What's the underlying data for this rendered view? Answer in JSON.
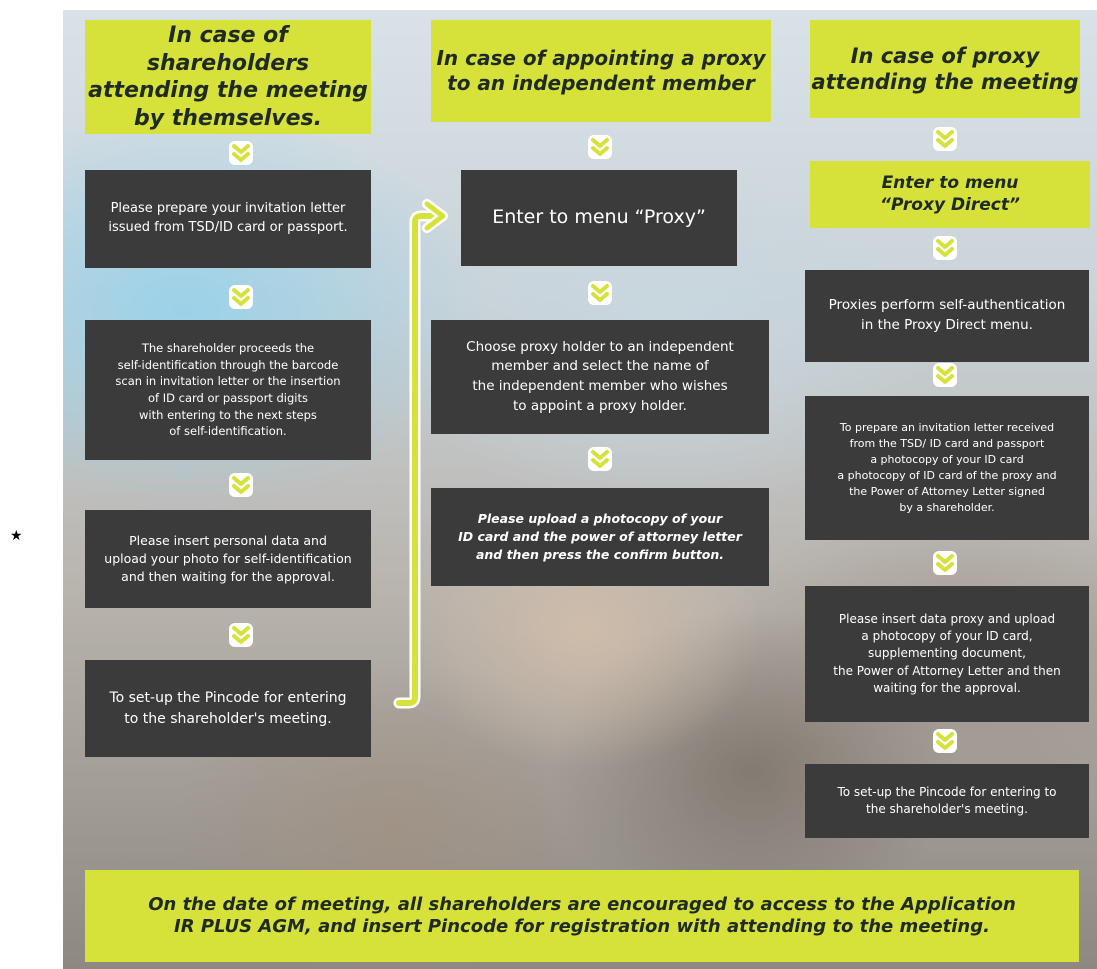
{
  "marker": "★",
  "columns": [
    {
      "header": "In case of shareholders\nattending the meeting\nby themselves.",
      "steps": [
        "Please prepare your invitation letter\nissued from TSD/ID card or passport.",
        "The shareholder proceeds the\nself-identification through the barcode\nscan in invitation letter or the insertion\nof ID card or passport digits\nwith entering to the next steps\nof self-identification.",
        "Please insert personal data and\nupload your photo for self-identification\nand then waiting for the approval.",
        "To set-up the Pincode for entering\nto the shareholder's meeting."
      ]
    },
    {
      "header": "In case of appointing a proxy\nto an independent member",
      "steps": [
        "Enter to menu “Proxy”",
        "Choose proxy holder to an independent\nmember and select the name of\nthe independent member who wishes\nto appoint a proxy holder.",
        "Please upload a photocopy of your\nID card and the power of attorney letter\nand then press the confirm button."
      ]
    },
    {
      "header": "In case of proxy\nattending the meeting",
      "menu": "Enter to menu\n“Proxy Direct”",
      "steps": [
        "Proxies perform self-authentication\nin the Proxy Direct menu.",
        "To prepare an invitation letter received\nfrom the TSD/ ID card and passport\na photocopy of your ID card\na photocopy of ID card of the proxy and\nthe Power of Attorney Letter signed\nby a shareholder.",
        "Please insert data proxy and upload\na photocopy of your ID card,\nsupplementing document,\nthe Power of Attorney Letter and then\nwaiting for the approval.",
        "To set-up the Pincode for entering to\nthe shareholder's meeting."
      ]
    }
  ],
  "footer": "On the date of meeting, all shareholders are encouraged to access to the Application\nIR PLUS AGM, and insert Pincode for registration with attending to the meeting.",
  "colors": {
    "accent": "#d6e13a",
    "box": "#3b3b3b",
    "chevron": "#d6e13a"
  }
}
